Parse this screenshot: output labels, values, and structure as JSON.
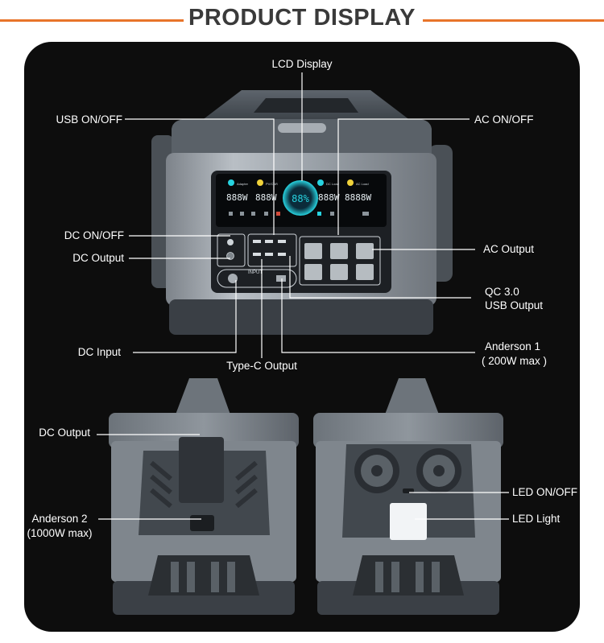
{
  "header": {
    "title": "PRODUCT DISPLAY",
    "accent": "#e8742a"
  },
  "labels": {
    "lcd_display": "LCD Display",
    "usb_onoff": "USB ON/OFF",
    "ac_onoff": "AC ON/OFF",
    "dc_onoff": "DC ON/OFF",
    "dc_output_front": "DC Output",
    "ac_output": "AC Output",
    "qc_line1": "QC 3.0",
    "qc_line2": "USB Output",
    "dc_input": "DC Input",
    "typec_output": "Type-C Output",
    "anderson1_line1": "Anderson 1",
    "anderson1_line2": "( 200W max )",
    "dc_output_side": "DC Output",
    "anderson2_line1": "Anderson 2",
    "anderson2_line2": "(1000W max)",
    "led_onoff": "LED ON/OFF",
    "led_light": "LED Light"
  },
  "lcd": {
    "percent": "88%",
    "readout_left1": "888W",
    "readout_left2": "888W",
    "readout_right1": "888W",
    "readout_right2": "8888W",
    "tag_adapter": "Adapter",
    "tag_pv": "PV/CAR",
    "tag_dc": "DC Load",
    "tag_ac": "AC Load",
    "input_label": "INPUT"
  },
  "colors": {
    "panel": "#0d0d0d",
    "device_body": "#9aa1a8",
    "device_dark": "#3e4349",
    "lcd_cyan": "#27d3e0"
  }
}
